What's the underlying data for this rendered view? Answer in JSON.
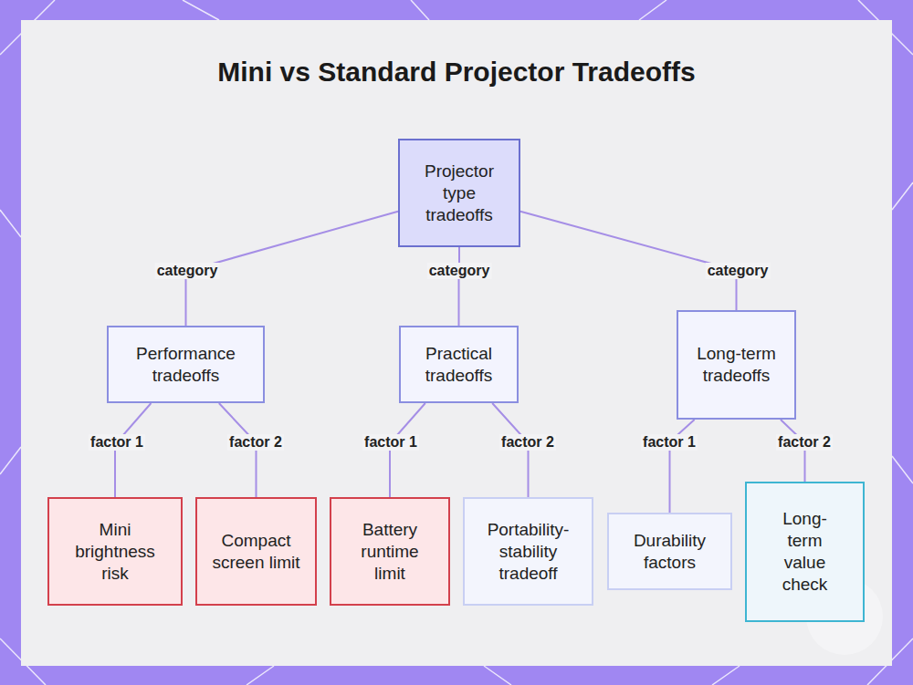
{
  "diagram": {
    "title": "Mini vs Standard Projector Tradeoffs",
    "nodes": [
      {
        "text": [
          "Projector type tradeoffs"
        ]
      },
      {
        "text": [
          "Performance tradeoffs"
        ]
      },
      {
        "text": [
          "Practical tradeoffs"
        ]
      },
      {
        "text": [
          "Long-term tradeoffs"
        ]
      },
      {
        "text": [
          "Mini brightness risk"
        ]
      },
      {
        "text": [
          "Compact screen limit"
        ]
      },
      {
        "text": [
          "Battery runtime limit"
        ]
      },
      {
        "text": [
          "Portability-stability tradeoff"
        ]
      },
      {
        "text": [
          "Durability factors"
        ]
      },
      {
        "text": [
          "Long-term value check"
        ]
      }
    ],
    "edges": [
      {
        "from": 0,
        "to": 1,
        "label": "category",
        "arrow": "none"
      },
      {
        "from": 0,
        "to": 2,
        "label": "category",
        "arrow": "none"
      },
      {
        "from": 0,
        "to": 3,
        "label": "category",
        "arrow": "none"
      },
      {
        "from": 1,
        "to": 4,
        "label": "factor 1",
        "arrow": "none"
      },
      {
        "from": 1,
        "to": 5,
        "label": "factor 2",
        "arrow": "none"
      },
      {
        "from": 2,
        "to": 6,
        "label": "factor 1",
        "arrow": "none"
      },
      {
        "from": 2,
        "to": 7,
        "label": "factor 2",
        "arrow": "none"
      },
      {
        "from": 3,
        "to": 8,
        "label": "factor 1",
        "arrow": "none"
      },
      {
        "from": 3,
        "to": 9,
        "label": "factor 2",
        "arrow": "none"
      }
    ]
  }
}
